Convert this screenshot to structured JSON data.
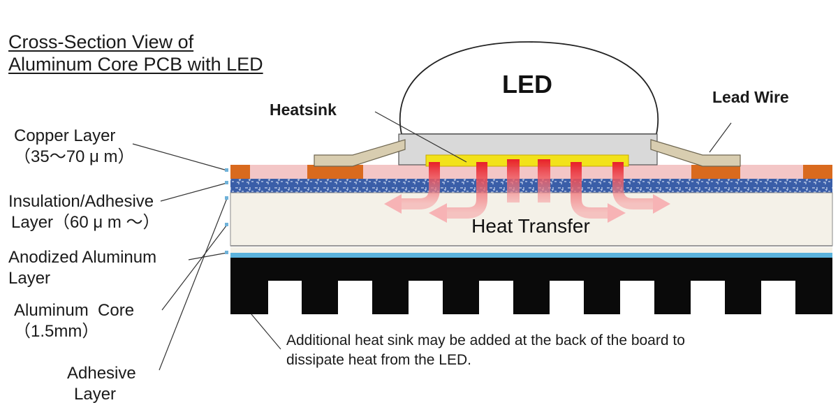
{
  "title": {
    "line1": "Cross-Section View of",
    "line2": "Aluminum Core PCB with LED"
  },
  "labels": {
    "copper": {
      "line1": "Copper Layer",
      "line2": "（35～70 μ m）"
    },
    "insulation": {
      "line1": "Insulation/Adhesive",
      "line2": "Layer（60 μ m ～）"
    },
    "anodized": {
      "line1": "Anodized Aluminum",
      "line2": "Layer"
    },
    "core": {
      "line1": "Aluminum  Core",
      "line2": "（1.5mm）"
    },
    "adhesive": {
      "line1": "Adhesive",
      "line2": "Layer"
    },
    "heatsink": "Heatsink",
    "led": "LED",
    "lead_wire": "Lead Wire",
    "heat_transfer": "Heat Transfer"
  },
  "note": {
    "line1": "Additional heat sink may be added at the back of the board to",
    "line2": "dissipate heat from the LED."
  },
  "colors": {
    "copper": "#d96a1e",
    "insulation": "#3a5ea8",
    "pink": "#f3c6c6",
    "cream": "#f4f1e8",
    "blue_stripe": "#5bb3dd",
    "heatsink": "#0a0a0a",
    "led_pad": "#f2e21a",
    "lead_wire": "#d8cdb0",
    "heat_arrow": "#e8202a"
  }
}
